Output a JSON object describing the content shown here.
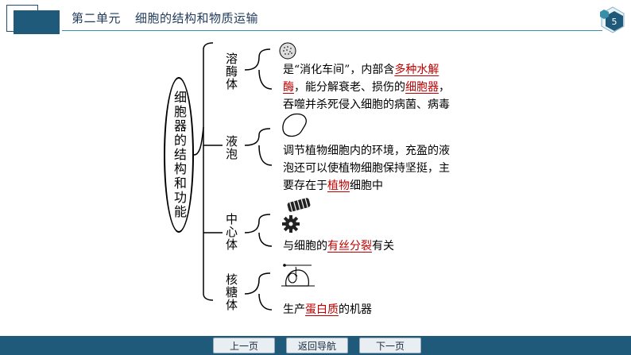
{
  "header": {
    "unit": "第二单元",
    "title": "细胞的结构和物质运输",
    "page_number": "5"
  },
  "main_topic": "细胞器的结构和功能",
  "branches": [
    {
      "label": "溶酶体",
      "text_segments": [
        {
          "t": "是“消化车间”，内部含",
          "hl": false
        },
        {
          "t": "多种水解",
          "hl": true
        },
        {
          "t": "\n",
          "hl": false
        },
        {
          "t": "酶",
          "hl": true
        },
        {
          "t": "，能分解衰老、损伤的",
          "hl": false
        },
        {
          "t": "细胞器",
          "hl": true
        },
        {
          "t": "，",
          "hl": false
        },
        {
          "t": "\n",
          "hl": false
        },
        {
          "t": "吞噬并杀死侵入细胞的病菌、病毒",
          "hl": false
        }
      ]
    },
    {
      "label": "液泡",
      "text_segments": [
        {
          "t": "调节植物细胞内的环境，充盈的液",
          "hl": false
        },
        {
          "t": "\n",
          "hl": false
        },
        {
          "t": "泡还可以使植物细胞保持坚挺，主",
          "hl": false
        },
        {
          "t": "\n",
          "hl": false
        },
        {
          "t": "要存在于",
          "hl": false
        },
        {
          "t": "植物",
          "hl": true
        },
        {
          "t": "细胞中",
          "hl": false
        }
      ]
    },
    {
      "label": "中心体",
      "text_segments": [
        {
          "t": "与细胞的",
          "hl": false
        },
        {
          "t": "有丝分裂",
          "hl": true
        },
        {
          "t": "有关",
          "hl": false
        }
      ]
    },
    {
      "label": "核糖体",
      "text_segments": [
        {
          "t": "生产",
          "hl": false
        },
        {
          "t": "蛋白质",
          "hl": true
        },
        {
          "t": "的机器",
          "hl": false
        }
      ]
    }
  ],
  "nav": {
    "prev": "上一页",
    "home": "返回导航",
    "next": "下一页"
  },
  "colors": {
    "header_blue": "#1f5a7a",
    "highlight_red": "#c00000"
  }
}
